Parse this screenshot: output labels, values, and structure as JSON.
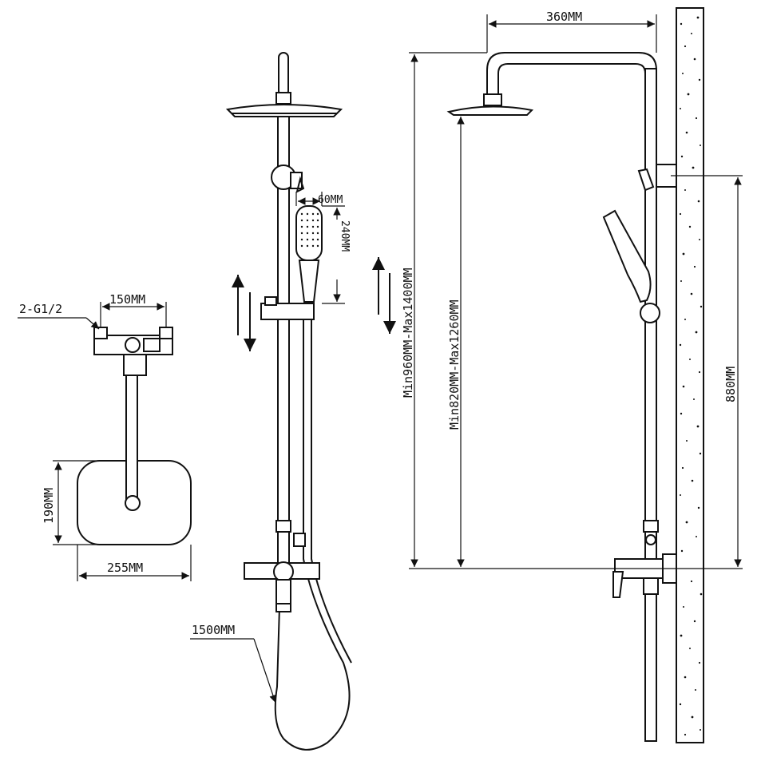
{
  "labels": {
    "inlet": "2-G1/2",
    "inlet_spacing": "150MM",
    "base_height": "190MM",
    "base_width": "255MM",
    "hose_length": "1500MM",
    "handshower_width": "60MM",
    "handshower_length": "240MM",
    "arm_length": "360MM",
    "overall_height_range": "Min960MM-Max1400MM",
    "head_height_range": "Min820MM-Max1260MM",
    "bracket_spacing": "880MM"
  },
  "colors": {
    "line": "#111111",
    "background": "#ffffff",
    "wall_fill": "#e8e8e8"
  }
}
